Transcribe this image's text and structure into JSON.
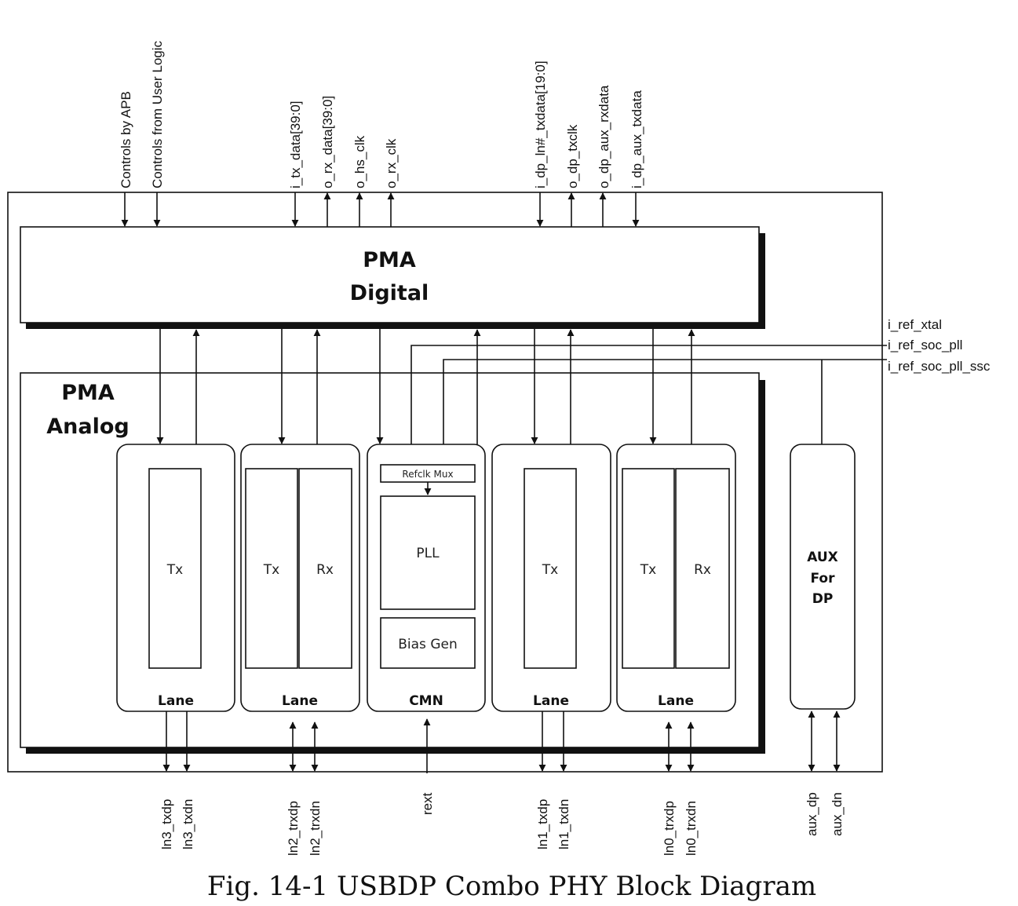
{
  "top_signals": {
    "controls_apb": "Controls by APB",
    "controls_user": "Controls from User Logic",
    "i_tx_data": "i_tx_data[39:0]",
    "o_rx_data": "o_rx_data[39:0]",
    "o_hs_clk": "o_hs_clk",
    "o_rx_clk": "o_rx_clk",
    "i_dp_txdata": "i_dp_ln#_txdata[19:0]",
    "o_dp_txclk": "o_dp_txclk",
    "o_dp_aux_rxdata": "o_dp_aux_rxdata",
    "i_dp_aux_txdata": "i_dp_aux_txdata"
  },
  "right_signals": {
    "i_ref_xtal": "i_ref_xtal",
    "i_ref_soc_pll": "i_ref_soc_pll",
    "i_ref_soc_pll_ssc": "i_ref_soc_pll_ssc"
  },
  "pma_digital": {
    "line1": "PMA",
    "line2": "Digital"
  },
  "pma_analog": {
    "line1": "PMA",
    "line2": "Analog"
  },
  "lane3": {
    "label": "Lane",
    "tx": "Tx"
  },
  "lane2": {
    "label": "Lane",
    "tx": "Tx",
    "rx": "Rx"
  },
  "cmn": {
    "label": "CMN",
    "refclk_mux": "Refclk Mux",
    "pll": "PLL",
    "bias_gen": "Bias Gen"
  },
  "lane1": {
    "label": "Lane",
    "tx": "Tx"
  },
  "lane0": {
    "label": "Lane",
    "tx": "Tx",
    "rx": "Rx"
  },
  "aux": {
    "line1": "AUX",
    "line2": "For",
    "line3": "DP"
  },
  "bottom_signals": {
    "ln3_txdp": "ln3_txdp",
    "ln3_txdn": "ln3_txdn",
    "ln2_trxdp": "ln2_trxdp",
    "ln2_trxdn": "ln2_trxdn",
    "rext": "rext",
    "ln1_txdp": "ln1_txdp",
    "ln1_txdn": "ln1_txdn",
    "ln0_trxdp": "ln0_trxdp",
    "ln0_trxdn": "ln0_trxdn",
    "aux_dp": "aux_dp",
    "aux_dn": "aux_dn"
  },
  "caption": "Fig. 14-1 USBDP Combo PHY Block Diagram"
}
